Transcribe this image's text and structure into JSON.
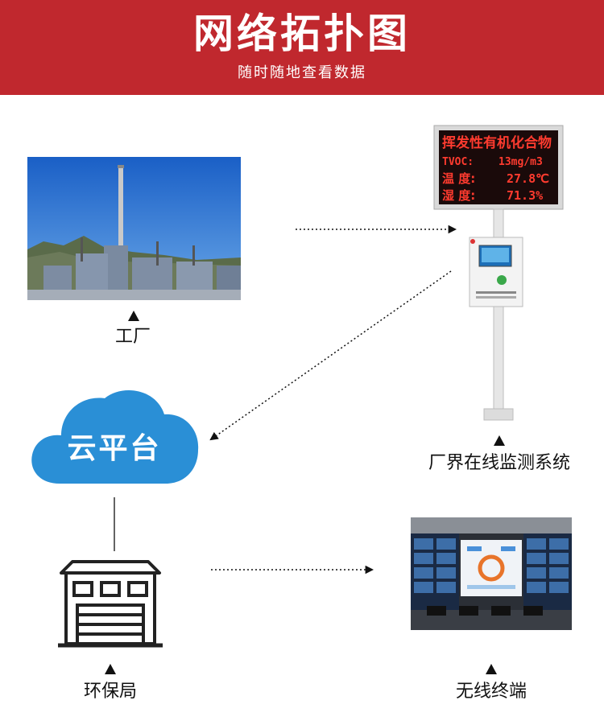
{
  "header": {
    "title": "网络拓扑图",
    "subtitle": "随时随地查看数据"
  },
  "nodes": {
    "factory": {
      "label": "工厂"
    },
    "monitor": {
      "label": "厂界在线监测系统"
    },
    "cloud": {
      "label": "云平台"
    },
    "epb": {
      "label": "环保局"
    },
    "terminal": {
      "label": "无线终端"
    }
  },
  "led_display": {
    "line1": "挥发性有机化合物",
    "line2_name": "TVOC:",
    "line2_value": "13mg/m3",
    "line3_name": "温 度:",
    "line3_value": "27.8℃",
    "line4_name": "湿 度:",
    "line4_value": "71.3%"
  },
  "colors": {
    "header_bg": "#c0282e",
    "cloud": "#2a8fd6",
    "led_text": "#ff3b2f",
    "sky": "#1f6fd1"
  }
}
